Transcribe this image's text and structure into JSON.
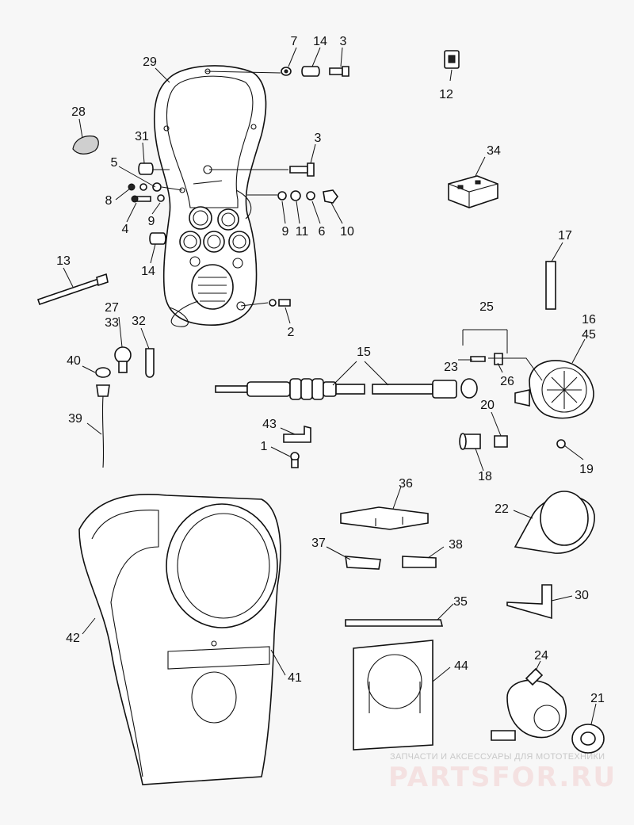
{
  "diagram": {
    "callouts": [
      {
        "id": "c7",
        "label": "7"
      },
      {
        "id": "c14a",
        "label": "14"
      },
      {
        "id": "c3a",
        "label": "3"
      },
      {
        "id": "c29",
        "label": "29"
      },
      {
        "id": "c12",
        "label": "12"
      },
      {
        "id": "c28",
        "label": "28"
      },
      {
        "id": "c31",
        "label": "31"
      },
      {
        "id": "c3b",
        "label": "3"
      },
      {
        "id": "c34",
        "label": "34"
      },
      {
        "id": "c5",
        "label": "5"
      },
      {
        "id": "c8",
        "label": "8"
      },
      {
        "id": "c4",
        "label": "4"
      },
      {
        "id": "c9a",
        "label": "9"
      },
      {
        "id": "c9b",
        "label": "9"
      },
      {
        "id": "c11",
        "label": "11"
      },
      {
        "id": "c6",
        "label": "6"
      },
      {
        "id": "c10",
        "label": "10"
      },
      {
        "id": "c14b",
        "label": "14"
      },
      {
        "id": "c17",
        "label": "17"
      },
      {
        "id": "c13",
        "label": "13"
      },
      {
        "id": "c27",
        "label": "27"
      },
      {
        "id": "c33",
        "label": "33"
      },
      {
        "id": "c32",
        "label": "32"
      },
      {
        "id": "c2",
        "label": "2"
      },
      {
        "id": "c25",
        "label": "25"
      },
      {
        "id": "c16",
        "label": "16"
      },
      {
        "id": "c45",
        "label": "45"
      },
      {
        "id": "c15",
        "label": "15"
      },
      {
        "id": "c40",
        "label": "40"
      },
      {
        "id": "c23",
        "label": "23"
      },
      {
        "id": "c26",
        "label": "26"
      },
      {
        "id": "c39",
        "label": "39"
      },
      {
        "id": "c20",
        "label": "20"
      },
      {
        "id": "c43",
        "label": "43"
      },
      {
        "id": "c1",
        "label": "1"
      },
      {
        "id": "c18",
        "label": "18"
      },
      {
        "id": "c19",
        "label": "19"
      },
      {
        "id": "c36",
        "label": "36"
      },
      {
        "id": "c22",
        "label": "22"
      },
      {
        "id": "c37",
        "label": "37"
      },
      {
        "id": "c38",
        "label": "38"
      },
      {
        "id": "c30",
        "label": "30"
      },
      {
        "id": "c35",
        "label": "35"
      },
      {
        "id": "c42",
        "label": "42"
      },
      {
        "id": "c24",
        "label": "24"
      },
      {
        "id": "c44",
        "label": "44"
      },
      {
        "id": "c41",
        "label": "41"
      },
      {
        "id": "c21",
        "label": "21"
      }
    ]
  },
  "watermark": {
    "tagline": "ЗАПЧАСТИ И АКСЕССУАРЫ ДЛЯ МОТОТЕХНИКИ",
    "brand": "PARTSFOR.RU",
    "brand_color": "#e8a0a0"
  }
}
